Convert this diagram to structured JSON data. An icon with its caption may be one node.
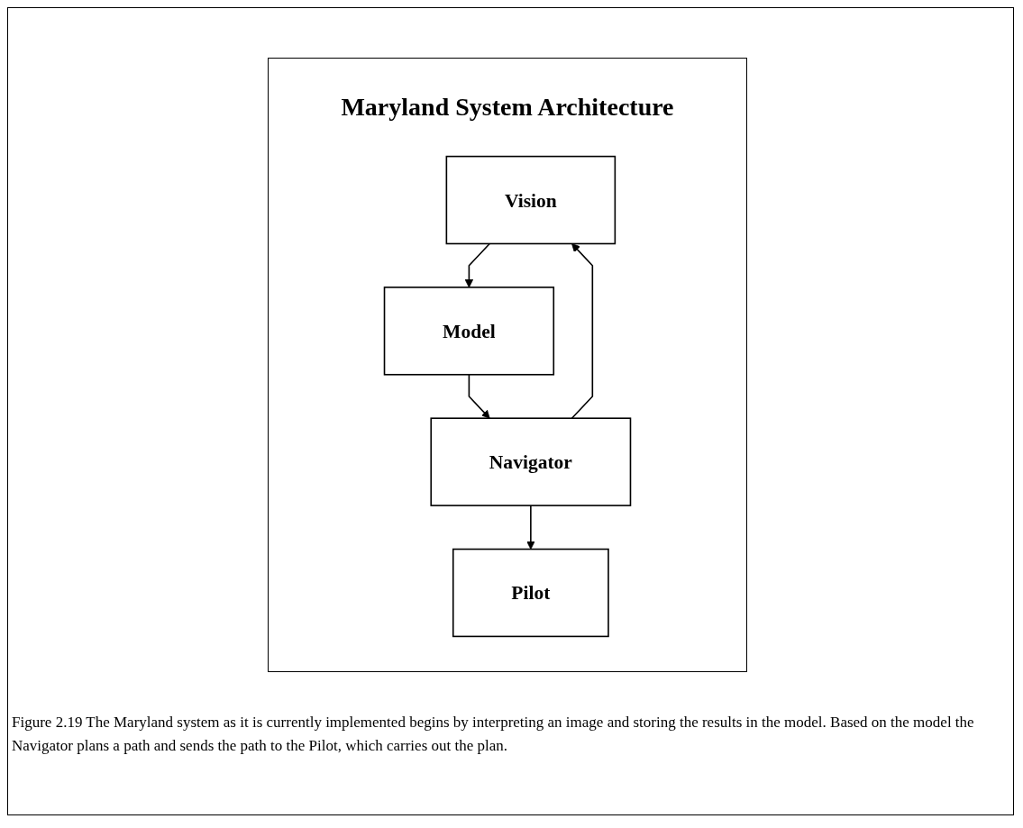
{
  "diagram": {
    "title": "Maryland System Architecture",
    "caption": "Figure 2.19 The Maryland system as it is currently implemented begins by interpreting an image and storing the results in the model. Based on the model the Navigator plans a path and sends the path to the Pilot, which carries out the plan.",
    "nodes": [
      {
        "text": [
          "Vision"
        ]
      },
      {
        "text": [
          "Model"
        ]
      },
      {
        "text": [
          "Navigator"
        ]
      },
      {
        "text": [
          "Pilot"
        ]
      }
    ],
    "edges": [
      {
        "from": 0,
        "to": 1,
        "arrow": "to"
      },
      {
        "from": 1,
        "to": 2,
        "arrow": "to"
      },
      {
        "from": 2,
        "to": 3,
        "arrow": "to"
      },
      {
        "from": 2,
        "to": 0,
        "arrow": "to"
      }
    ]
  }
}
